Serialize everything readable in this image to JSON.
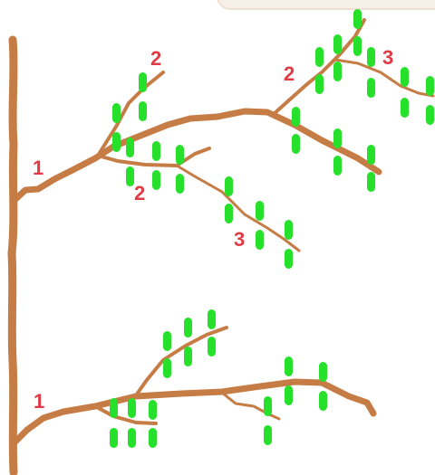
{
  "colors": {
    "branch": "#c57c45",
    "leaf": "#27e02b",
    "label": "#e03a45",
    "panel": "#f6efe7"
  },
  "labels": {
    "top_primary": "1",
    "top_left_secondary": "2",
    "top_lower_secondary": "2",
    "top_right_secondary": "2",
    "top_right_tertiary": "3",
    "top_lower_tertiary": "3",
    "bottom_primary": "1"
  }
}
